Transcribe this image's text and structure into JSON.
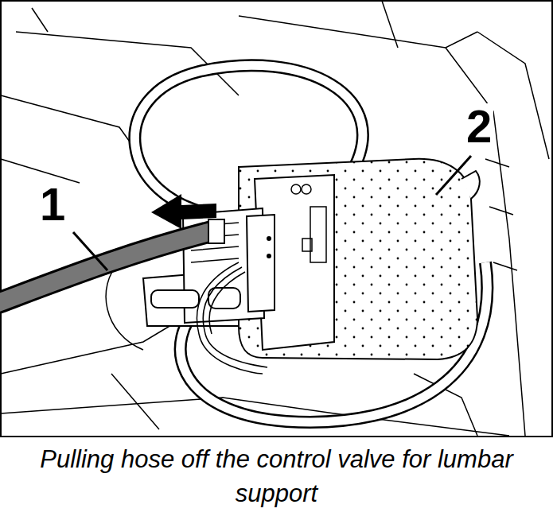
{
  "diagram": {
    "caption": "Pulling hose off the control valve for lumbar support",
    "labels": [
      "1",
      "2"
    ]
  }
}
